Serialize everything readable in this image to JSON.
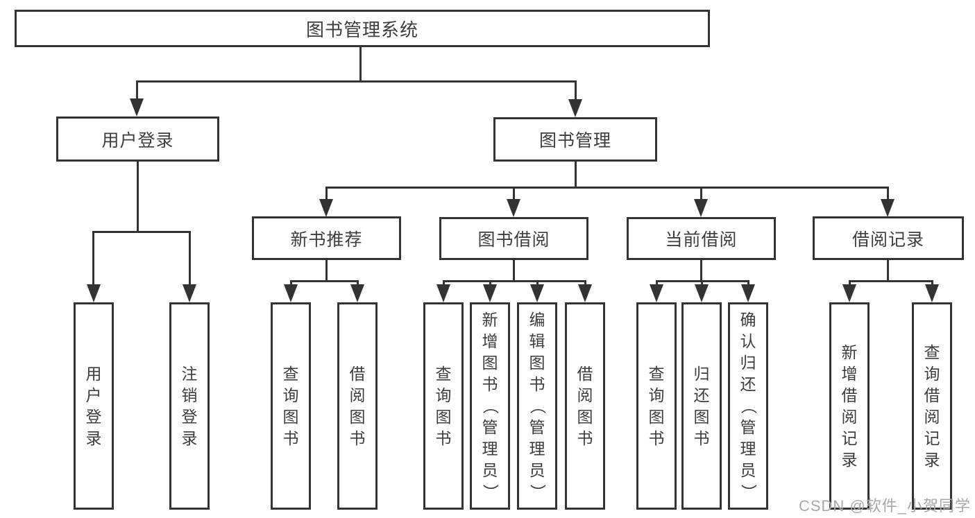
{
  "title": "图书管理系统",
  "nodes": {
    "user_login": "用户登录",
    "book_mgmt": "图书管理",
    "new_book_rec": "新书推荐",
    "book_borrow": "图书借阅",
    "current_borrow": "当前借阅",
    "borrow_record": "借阅记录"
  },
  "leaves": {
    "user_login": "用户登录",
    "logout": "注销登录",
    "nb_query": "查询图书",
    "nb_borrow": "借阅图书",
    "bb_query": "查询图书",
    "bb_add": "新增图书（管理员）",
    "bb_edit": "编辑图书（管理员）",
    "bb_borrow": "借阅图书",
    "cb_query": "查询图书",
    "cb_return": "归还图书",
    "cb_confirm": "确认归还（管理员）",
    "br_add": "新增借阅记录",
    "br_query": "查询借阅记录"
  },
  "watermark": "CSDN @软件_小贺同学",
  "colors": {
    "line": "#333333",
    "text": "#3d3d3d",
    "watermark": "#a8a8a8"
  }
}
